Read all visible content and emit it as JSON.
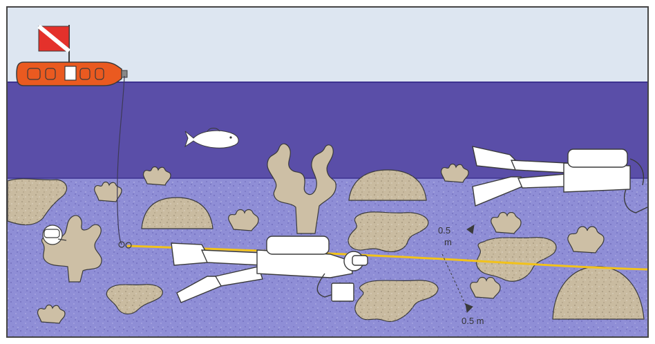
{
  "labels": {
    "spacing_upper": "0.5",
    "spacing_upper_unit": "m",
    "spacing_lower": "0.5 m"
  },
  "colors": {
    "sky": "#dde6f1",
    "water": "#5a4ea8",
    "water_line": "#3d3290",
    "seabed": "#8f8ed6",
    "seabed_speckle": "#6a66b8",
    "sand_patch": "#c9bba0",
    "coral": "#cdbfa5",
    "coral_outline": "#3a3a3a",
    "diver_suit": "#ffffff",
    "transect_line": "#f2c21a",
    "buoy": "#ea5a20",
    "flag_red": "#e4312b",
    "frame_border": "#444444"
  },
  "icons": {
    "buoy": "dive-buoy-icon",
    "flag": "dive-flag-icon",
    "fish": "fish-icon",
    "diver": "scuba-diver-icon",
    "coral": "coral-icon",
    "transect_reel": "transect-reel-icon"
  }
}
